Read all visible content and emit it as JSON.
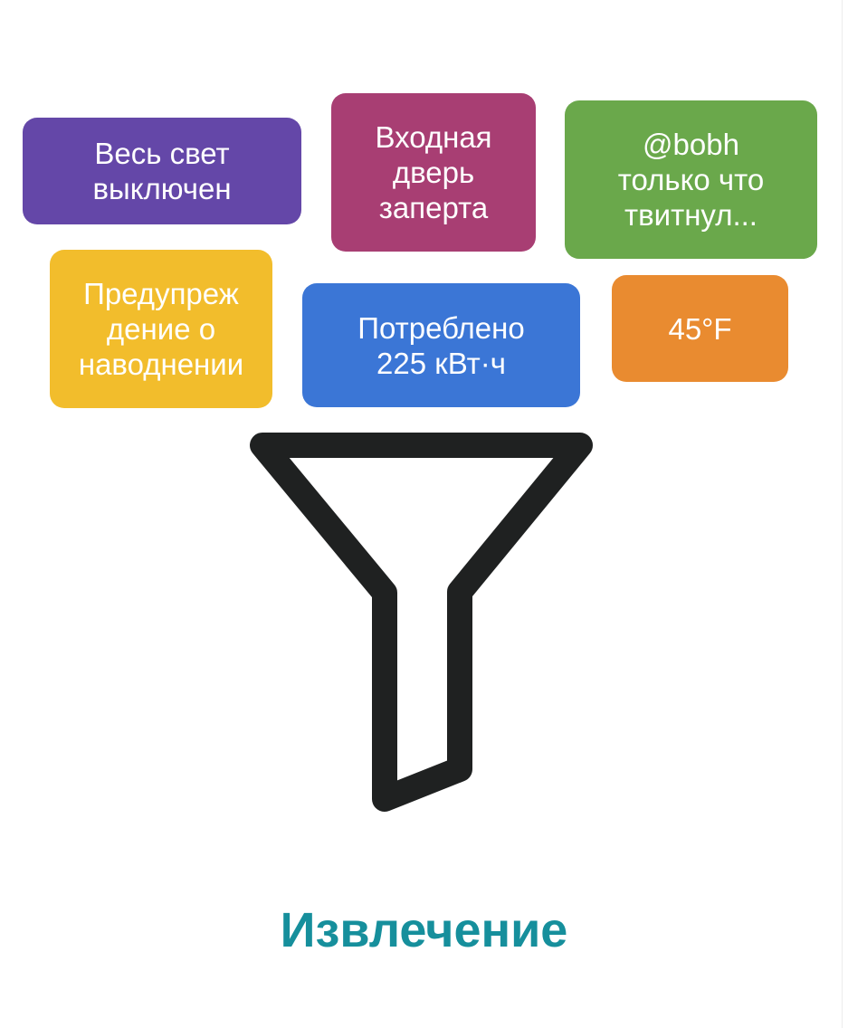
{
  "colors": {
    "purple": "#6447a8",
    "magenta": "#a83e73",
    "green": "#6aa84b",
    "yellow": "#f2bd2c",
    "blue": "#3b76d6",
    "orange": "#e98b30",
    "funnel_stroke": "#1f2121",
    "caption": "#168f9c"
  },
  "cards": {
    "lights": {
      "text": "Весь свет\nвыключен",
      "color_key": "purple"
    },
    "door": {
      "text": "Входная\nдверь\nзаперта",
      "color_key": "magenta"
    },
    "tweet": {
      "text": "@bobh\nтолько что\nтвитнул...",
      "color_key": "green"
    },
    "flood": {
      "text": "Предупреж\nдение о\nнаводнении",
      "color_key": "yellow"
    },
    "energy": {
      "text": "Потреблено\n225 кВт·ч",
      "color_key": "blue"
    },
    "temp": {
      "text": "45°F",
      "color_key": "orange"
    }
  },
  "funnel": {
    "icon": "funnel-icon"
  },
  "caption": {
    "text": "Извлечение"
  }
}
